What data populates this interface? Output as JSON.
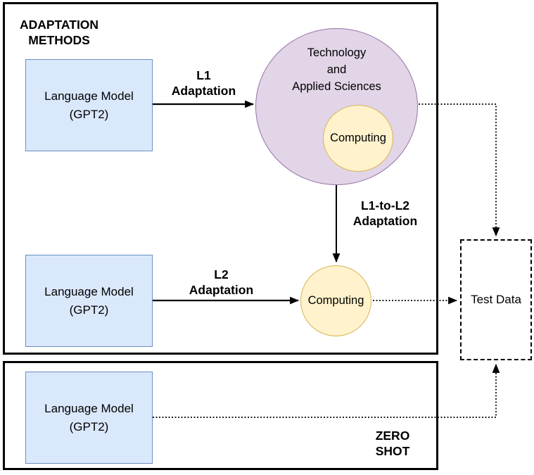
{
  "sections": {
    "adaptation": {
      "title_line1": "ADAPTATION",
      "title_line2": "METHODS"
    },
    "zero_shot": {
      "label_line1": "ZERO",
      "label_line2": "SHOT"
    }
  },
  "nodes": {
    "lm_top": {
      "line1": "Language Model",
      "line2": "(GPT2)"
    },
    "lm_mid": {
      "line1": "Language Model",
      "line2": "(GPT2)"
    },
    "lm_bottom": {
      "line1": "Language Model",
      "line2": "(GPT2)"
    },
    "domain_circle": {
      "line1": "Technology",
      "line2": "and",
      "line3": "Applied Sciences"
    },
    "computing_inner": {
      "label": "Computing"
    },
    "computing_mid": {
      "label": "Computing"
    },
    "test_data": {
      "label": "Test Data"
    }
  },
  "edges": {
    "l1": {
      "line1": "L1",
      "line2": "Adaptation"
    },
    "l2": {
      "line1": "L2",
      "line2": "Adaptation"
    },
    "l1_to_l2": {
      "line1": "L1-to-L2",
      "line2": "Adaptation"
    }
  },
  "colors": {
    "lm_box_fill": "#dae8fc",
    "lm_box_border": "#6c8ebf",
    "domain_circle_fill": "#e1d5e7",
    "domain_circle_border": "#9673a6",
    "computing_fill": "#fff2cc",
    "computing_border": "#d6b656",
    "line_color": "#000000"
  }
}
